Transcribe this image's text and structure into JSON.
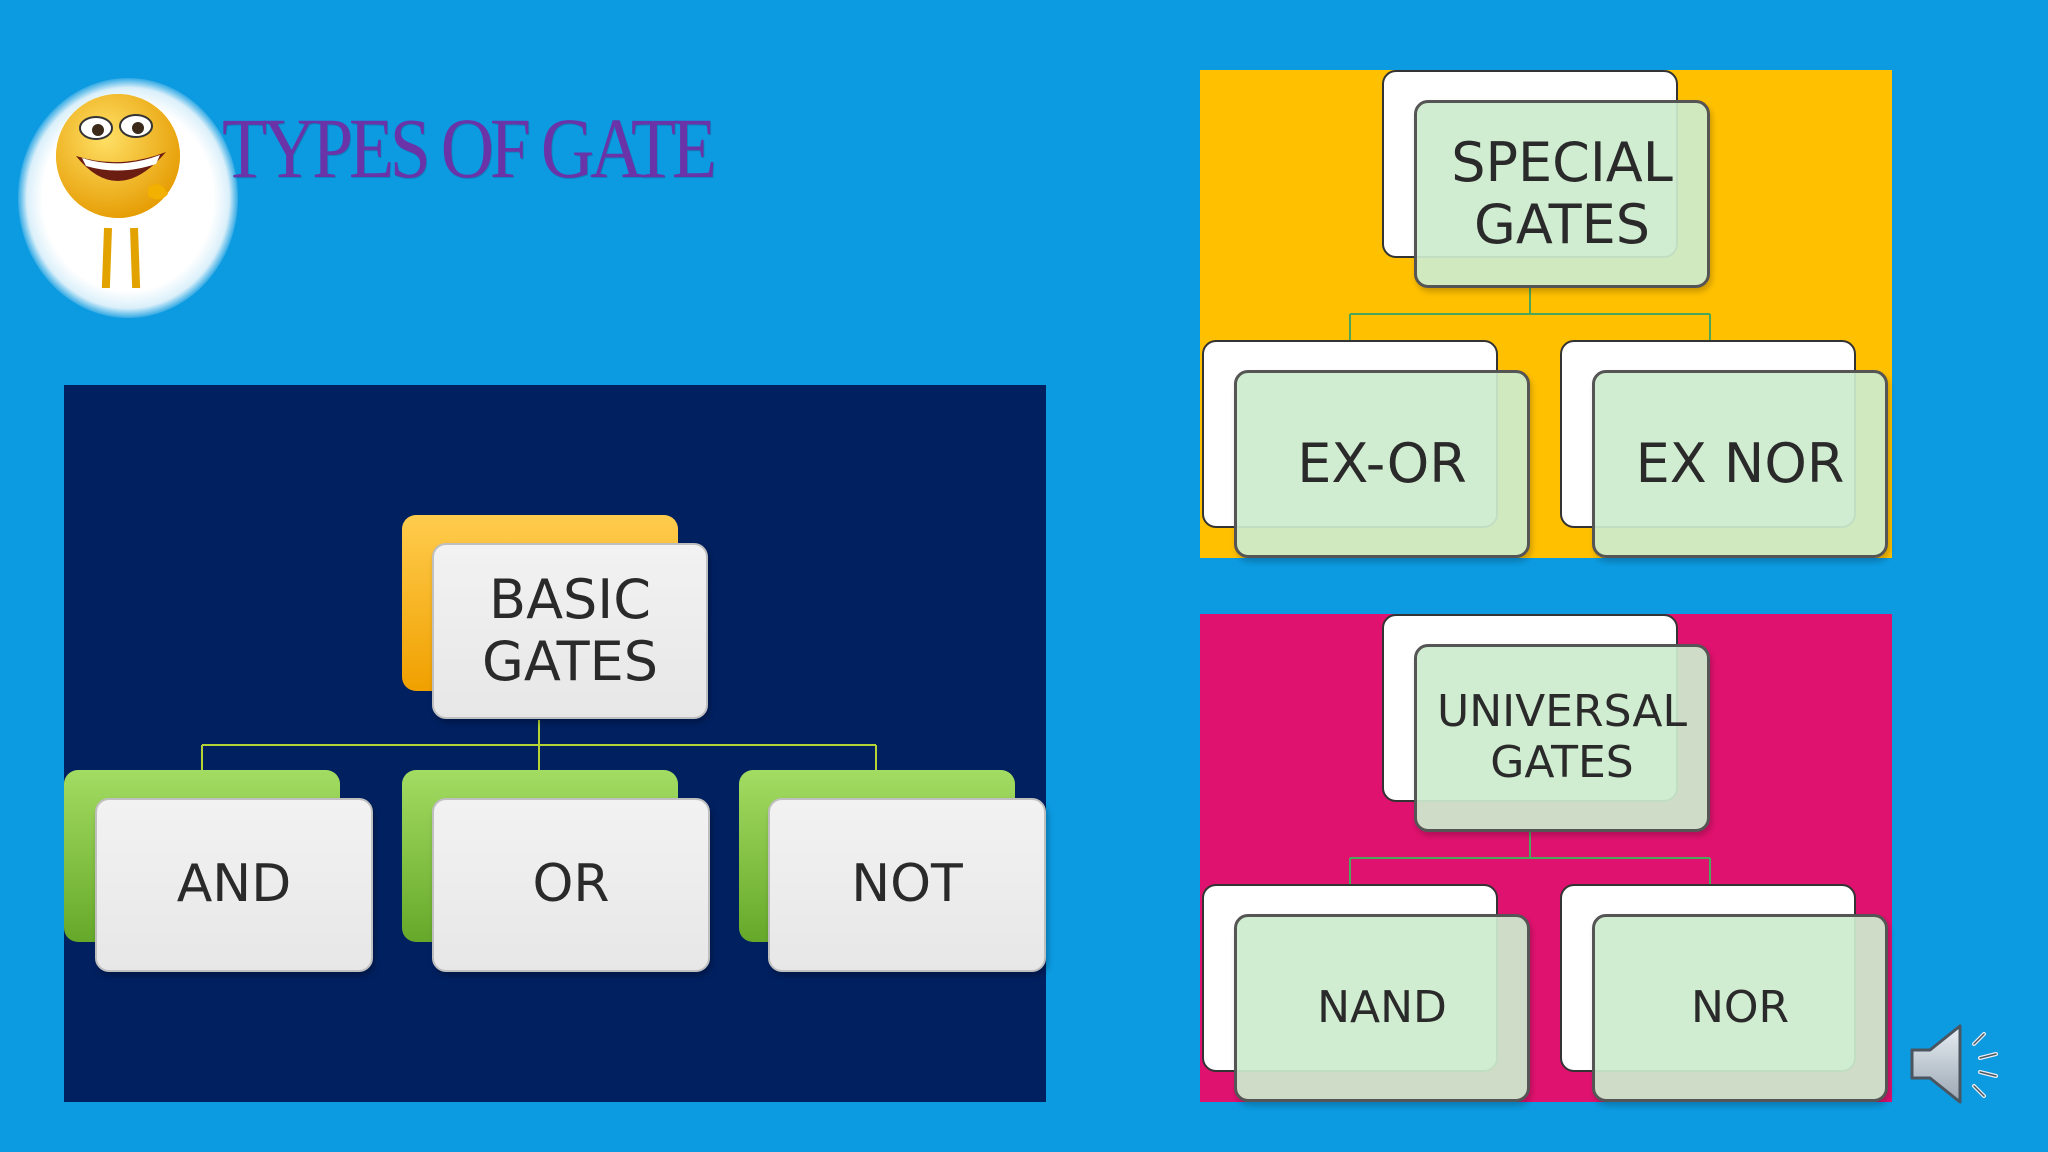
{
  "slide": {
    "title": "TYPES OF GATE",
    "background_color": "#0c9ae0",
    "icons": {
      "mascot": "emoji-mascot-icon",
      "audio": "speaker-icon"
    }
  },
  "basic": {
    "panel_color": "#002060",
    "root": "BASIC\nGATES",
    "children": [
      "AND",
      "OR",
      "NOT"
    ]
  },
  "special": {
    "panel_color": "#ffc000",
    "root": "SPECIAL\nGATES",
    "children": [
      "EX-OR",
      "EX NOR"
    ]
  },
  "universal": {
    "panel_color": "#e0126f",
    "root": "UNIVERSAL\nGATES",
    "children": [
      "NAND",
      "NOR"
    ]
  }
}
